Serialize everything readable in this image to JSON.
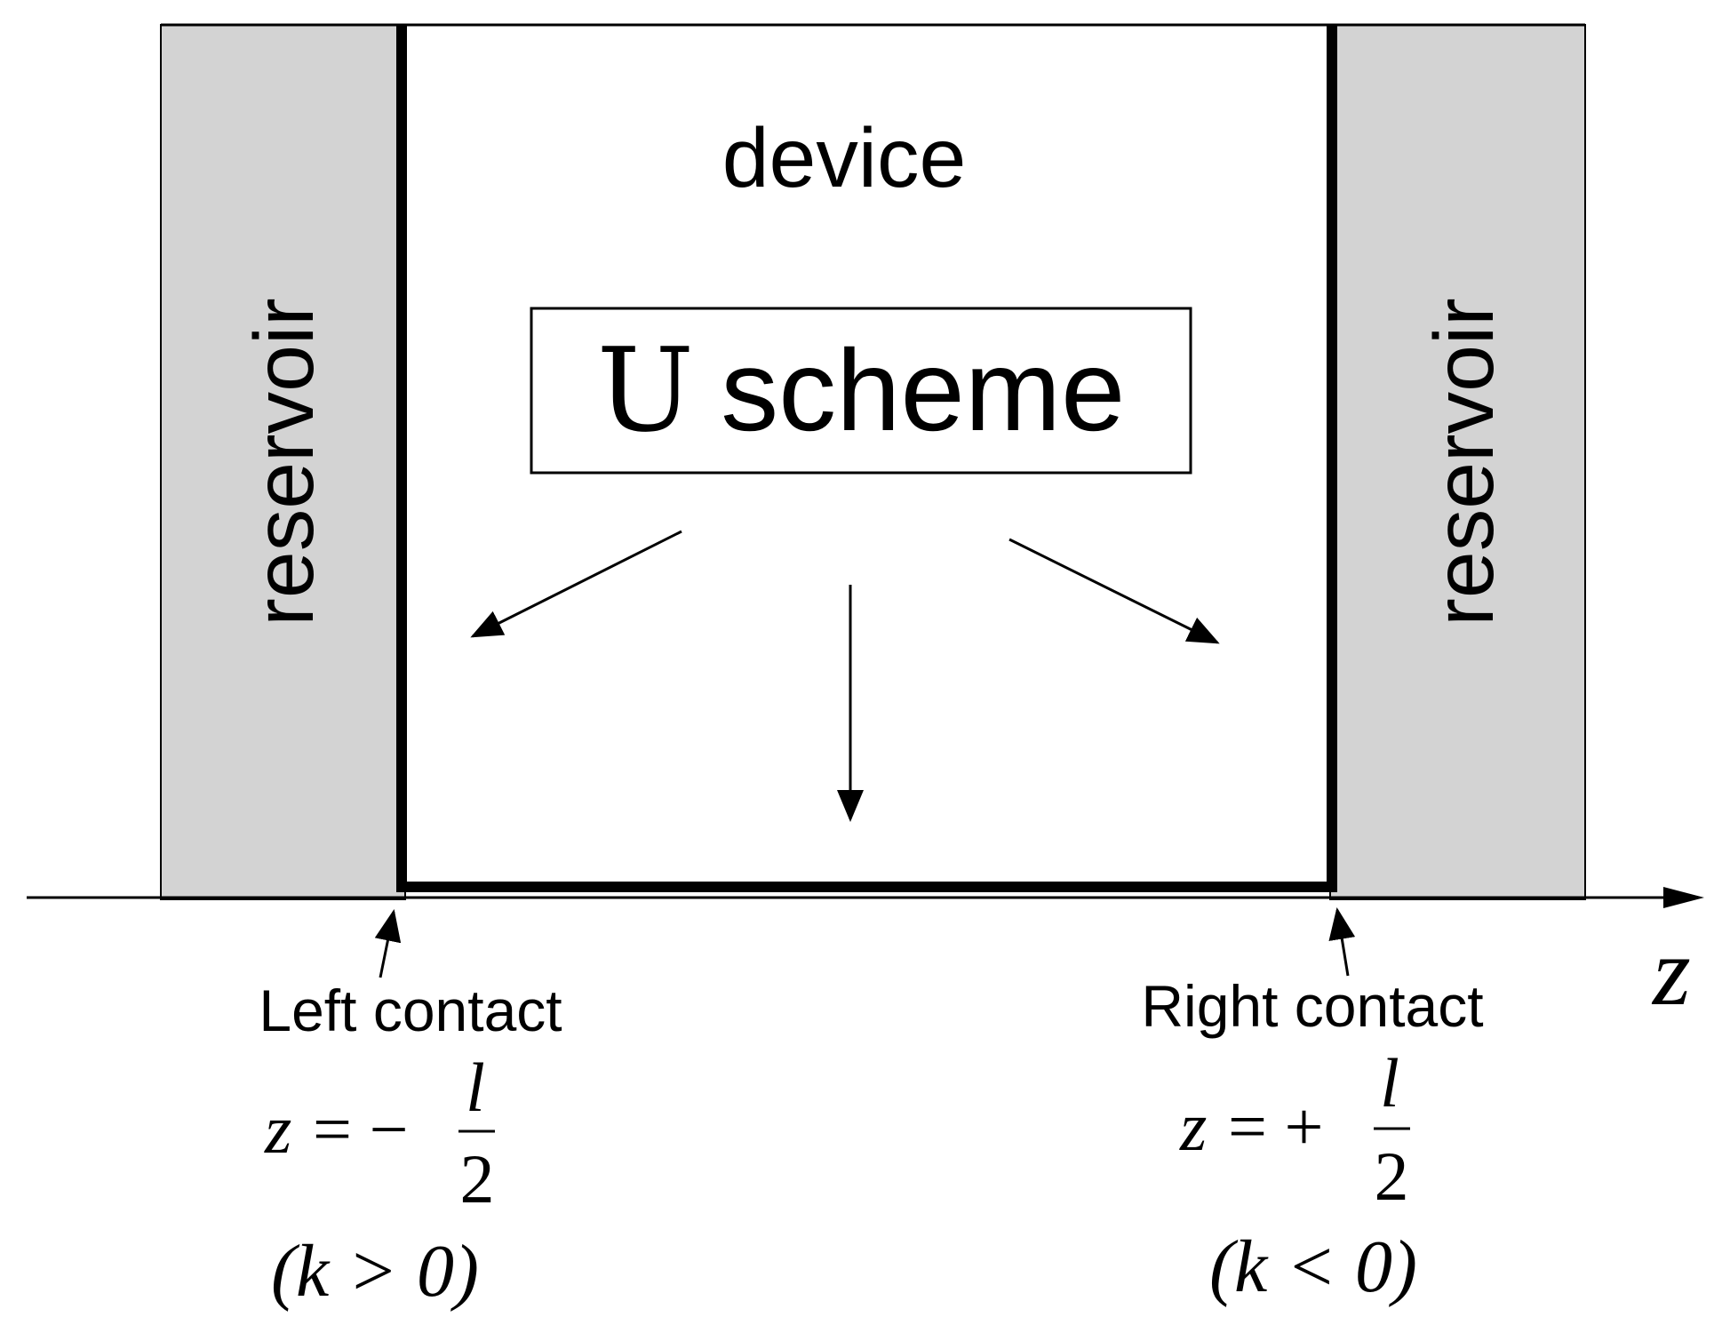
{
  "labels": {
    "device": "device",
    "scheme_u": "U",
    "scheme_text": "scheme",
    "reservoir_left": "reservoir",
    "reservoir_right": "reservoir",
    "axis_var": "z",
    "left_contact": "Left contact",
    "right_contact": "Right contact"
  },
  "left_formula": {
    "lhs": "z",
    "rel": "= −",
    "num": "l",
    "den": "2",
    "condition": "(k > 0)"
  },
  "right_formula": {
    "lhs": "z",
    "rel": "= +",
    "num": "l",
    "den": "2",
    "condition": "(k < 0)"
  },
  "colors": {
    "reservoir_fill": "#d3d3d3",
    "line": "#000000"
  }
}
